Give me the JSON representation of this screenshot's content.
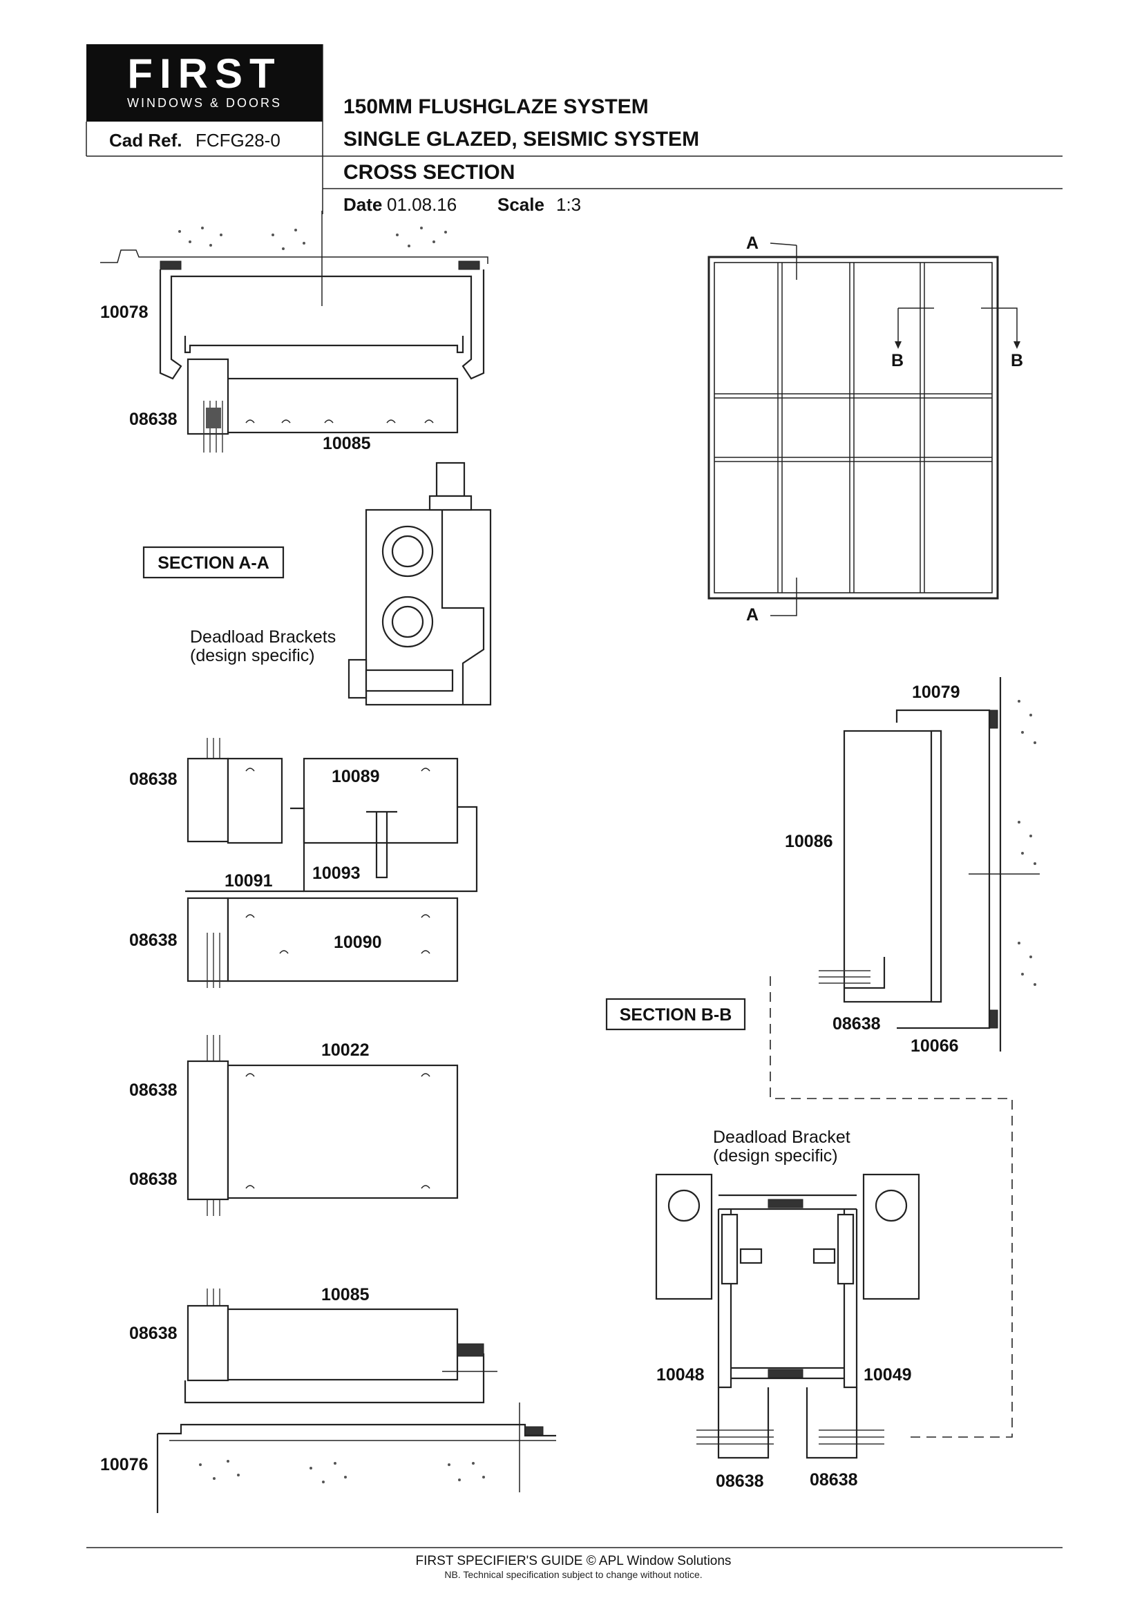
{
  "logo": {
    "brand": "FIRST",
    "tagline": "WINDOWS & DOORS"
  },
  "header": {
    "cad_ref_label": "Cad Ref.",
    "cad_ref_value": "FCFG28-0",
    "title_line_1": "150MM  FLUSHGLAZE SYSTEM",
    "title_line_2": "SINGLE GLAZED, SEISMIC SYSTEM",
    "title_line_3": "CROSS SECTION",
    "date_label": "Date",
    "date_value": "01.08.16",
    "scale_label": "Scale",
    "scale_value": "1:3"
  },
  "sections": {
    "aa_title": "SECTION A-A",
    "bb_title": "SECTION B-B"
  },
  "notes": {
    "deadload_brackets_1": "Deadload Brackets",
    "deadload_brackets_2": "(design specific)",
    "deadload_bracket_1": "Deadload Bracket",
    "deadload_bracket_2": "(design specific)"
  },
  "elevation": {
    "marker_a_top": "A",
    "marker_a_bottom": "A",
    "marker_b_left": "B",
    "marker_b_right": "B"
  },
  "part_labels": {
    "head_top": "10078",
    "head_glazing": "08638",
    "head_profile": "10085",
    "transom_glazing_upper": "08638",
    "transom_upper": "10089",
    "transom_insert": "10093",
    "transom_joiner": "10091",
    "transom_glazing_lower": "08638",
    "transom_lower": "10090",
    "mullion_profile": "10022",
    "mullion_glazing_upper": "08638",
    "mullion_glazing_lower": "08638",
    "sill_profile": "10085",
    "sill_glazing": "08638",
    "sill_base": "10076",
    "jamb_cap": "10079",
    "jamb_profile": "10086",
    "jamb_glazing": "08638",
    "jamb_bottom": "10066",
    "bracket_left": "10048",
    "bracket_right": "10049",
    "bracket_glazing_left": "08638",
    "bracket_glazing_right": "08638"
  },
  "footer": {
    "line_1": "FIRST SPECIFIER'S GUIDE  © APL Window Solutions",
    "line_2": "NB. Technical specification subject to change without notice."
  }
}
